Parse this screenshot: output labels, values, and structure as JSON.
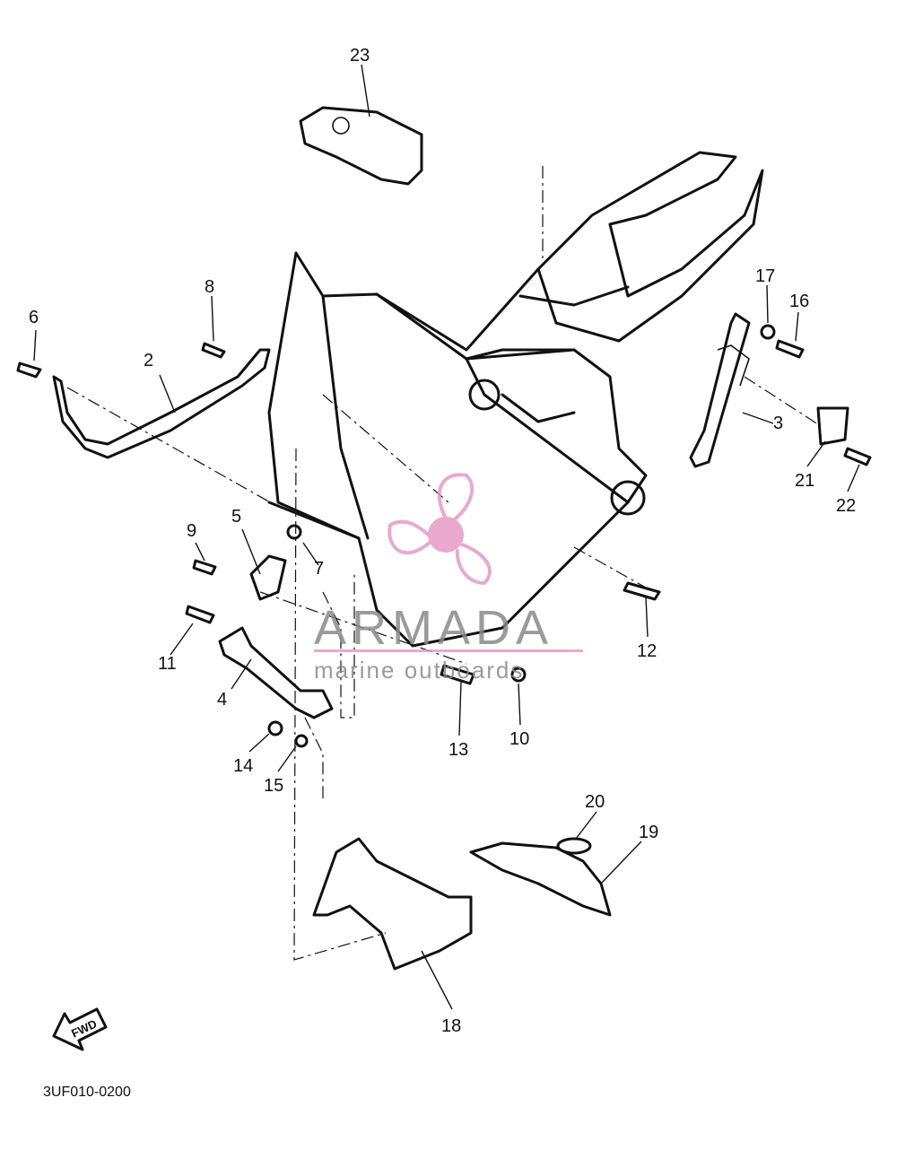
{
  "callouts": {
    "c1": "2",
    "c2": "3",
    "c3": "4",
    "c4": "5",
    "c5": "6",
    "c6": "7",
    "c7": "8",
    "c8": "9",
    "c9": "10",
    "c10": "11",
    "c11": "12",
    "c12": "13",
    "c13": "14",
    "c14": "15",
    "c15": "16",
    "c16": "17",
    "c17": "18",
    "c18": "19",
    "c19": "20",
    "c20": "21",
    "c21": "22",
    "c22": "23"
  },
  "fwd_label": "FWD",
  "diagram_code": "3UF010-0200",
  "watermark": {
    "brand": "ARMADA",
    "tagline": "marine outboards",
    "color": "#e69bc6"
  }
}
